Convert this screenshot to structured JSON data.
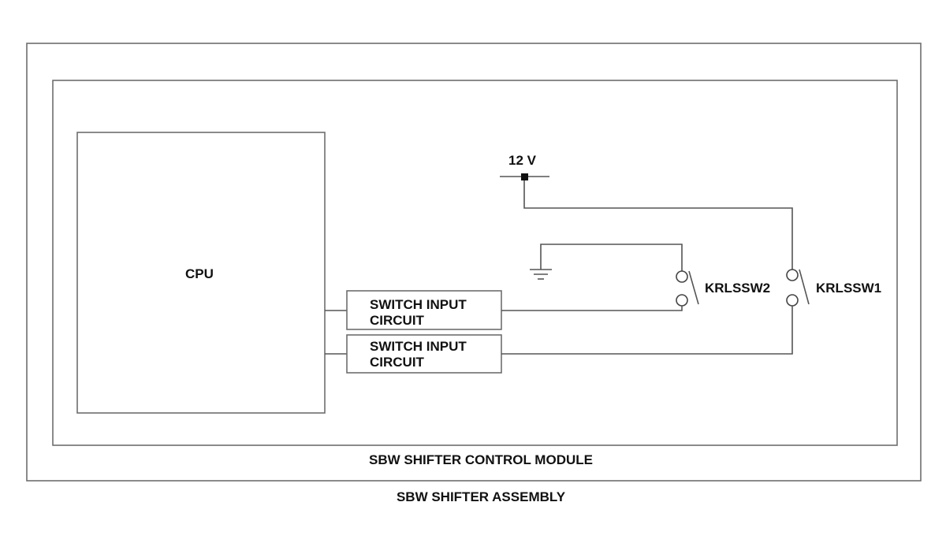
{
  "assembly": {
    "label": "SBW SHIFTER ASSEMBLY"
  },
  "module": {
    "label": "SBW SHIFTER CONTROL MODULE"
  },
  "cpu": {
    "label": "CPU"
  },
  "input_circuits": [
    {
      "line1": "SWITCH INPUT",
      "line2": "CIRCUIT"
    },
    {
      "line1": "SWITCH INPUT",
      "line2": "CIRCUIT"
    }
  ],
  "supply": {
    "label": "12 V"
  },
  "switches": [
    {
      "label": "KRLSSW2"
    },
    {
      "label": "KRLSSW1"
    }
  ],
  "ground": {
    "icon": "ground-icon"
  }
}
